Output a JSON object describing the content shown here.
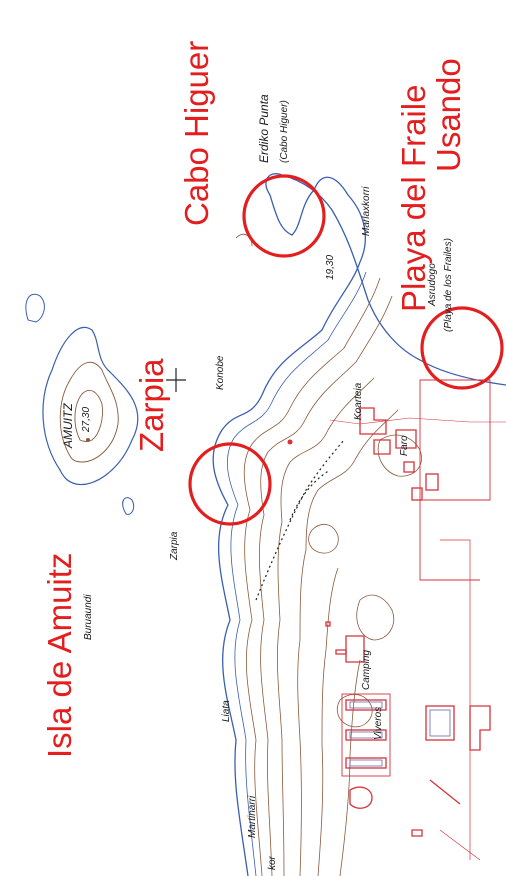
{
  "annotations": {
    "cabo_higuer": "Cabo Higuer",
    "playa_del_fraile": "Playa del Fraile",
    "usando": "Usando",
    "zarpia": "Zarpia",
    "isla_de_amuitz": "Isla de Amuitz"
  },
  "map_labels": {
    "erdiko_punta": "Erdiko Punta",
    "cabo_higuer_paren": "(Cabo Higuer)",
    "marlaxkorri": "Marlaxkorri",
    "elev_1930": "19,30",
    "asrudogo": "Asrudogo",
    "playa_de_los_frailes": "(Playa de los Frailes)",
    "amuitz": "AMUITZ",
    "elev_2730": "27,30",
    "konobe": "Konobe",
    "zarpia": "Zarpia",
    "buruaundi": "Buruaundi",
    "koarteia": "Koarteia",
    "faro": "Faro",
    "camping": "Camping",
    "viveros": "Viveros",
    "liata": "Liata",
    "martinarri": "Martinarri",
    "kor": "kor"
  },
  "colors": {
    "annotation_red": "#e41e1e",
    "coastline_blue": "#3a5fb0",
    "contour_brown": "#8a5a3c",
    "building_red": "#d6323a"
  }
}
